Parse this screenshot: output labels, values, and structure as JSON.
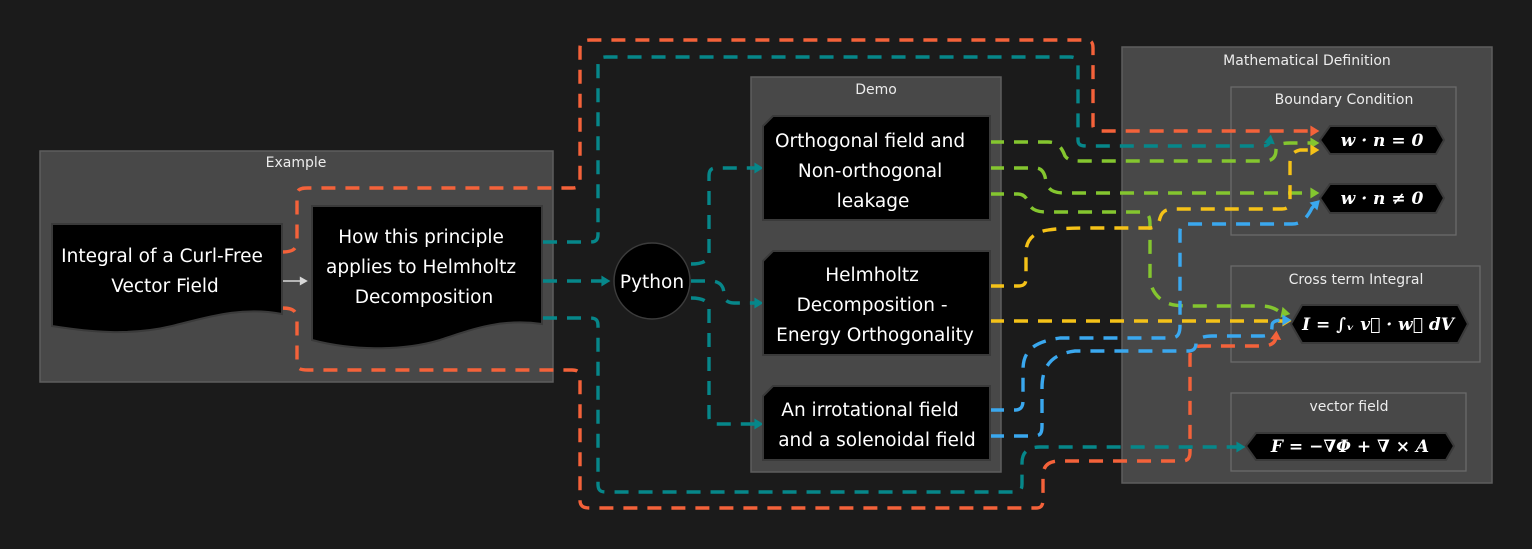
{
  "diagram": {
    "background": "#1b1b1b",
    "colors": {
      "group_fill": "#484848",
      "group_stroke": "#5e5e5e",
      "subgroup_stroke": "#6a6a6a",
      "node_fill": "#000000",
      "node_stroke": "#3a3a3a",
      "edge_orange": "#f4623a",
      "edge_teal": "#06878a",
      "edge_green": "#84c62f",
      "edge_yellow": "#f5c218",
      "edge_blue": "#3aa8ef",
      "edge_white": "#d8d8d8"
    },
    "groups": {
      "example": {
        "label": "Example"
      },
      "demo": {
        "label": "Demo"
      },
      "math": {
        "label": "Mathematical Definition"
      },
      "boundary": {
        "label": "Boundary Condition"
      },
      "cross": {
        "label": "Cross term Integral"
      },
      "vector": {
        "label": "vector field"
      }
    },
    "nodes": {
      "curl_free": {
        "lines": [
          "Integral of a Curl-Free",
          "Vector Field"
        ],
        "shape": "document"
      },
      "helmholtz_principle": {
        "lines": [
          "How this principle",
          "applies to Helmholtz",
          "Decomposition"
        ],
        "shape": "document"
      },
      "python": {
        "lines": [
          "Python"
        ],
        "shape": "circle"
      },
      "orthogonal": {
        "lines": [
          "Orthogonal field and",
          "Non-orthogonal",
          "leakage"
        ],
        "shape": "card"
      },
      "energy": {
        "lines": [
          "Helmholtz",
          "Decomposition -",
          "Energy Orthogonality"
        ],
        "shape": "card"
      },
      "irrotational": {
        "lines": [
          "An irrotational field",
          "and a solenoidal field"
        ],
        "shape": "card"
      },
      "wn_zero": {
        "text": "w · n = 0",
        "shape": "hexagon"
      },
      "wn_nonzero": {
        "text": "w · n ≠ 0",
        "shape": "hexagon"
      },
      "cross_integral": {
        "text": "I = ∫ᵥ v⃗ · w⃗ dV",
        "shape": "hexagon"
      },
      "vector_field": {
        "text": "F = −∇Φ + ∇ × A",
        "shape": "hexagon"
      }
    },
    "edges": [
      {
        "from": "curl_free",
        "to": "helmholtz_principle",
        "color": "edge_white",
        "style": "solid"
      },
      {
        "from": "curl_free",
        "to": "wn_zero",
        "color": "edge_orange",
        "style": "dashed"
      },
      {
        "from": "curl_free",
        "to": "cross_integral",
        "color": "edge_orange",
        "style": "dashed"
      },
      {
        "from": "helmholtz_principle",
        "to": "python",
        "color": "edge_teal",
        "style": "dashed"
      },
      {
        "from": "helmholtz_principle",
        "to": "wn_zero",
        "color": "edge_teal",
        "style": "dashed"
      },
      {
        "from": "helmholtz_principle",
        "to": "vector_field",
        "color": "edge_teal",
        "style": "dashed"
      },
      {
        "from": "python",
        "to": "orthogonal",
        "color": "edge_teal",
        "style": "dashed"
      },
      {
        "from": "python",
        "to": "energy",
        "color": "edge_teal",
        "style": "dashed"
      },
      {
        "from": "python",
        "to": "irrotational",
        "color": "edge_teal",
        "style": "dashed"
      },
      {
        "from": "orthogonal",
        "to": "wn_zero",
        "color": "edge_green",
        "style": "dashed"
      },
      {
        "from": "orthogonal",
        "to": "wn_nonzero",
        "color": "edge_green",
        "style": "dashed"
      },
      {
        "from": "orthogonal",
        "to": "cross_integral",
        "color": "edge_green",
        "style": "dashed"
      },
      {
        "from": "energy",
        "to": "wn_zero",
        "color": "edge_yellow",
        "style": "dashed"
      },
      {
        "from": "energy",
        "to": "cross_integral",
        "color": "edge_yellow",
        "style": "dashed"
      },
      {
        "from": "irrotational",
        "to": "wn_nonzero",
        "color": "edge_blue",
        "style": "dashed"
      },
      {
        "from": "irrotational",
        "to": "cross_integral",
        "color": "edge_blue",
        "style": "dashed"
      }
    ]
  }
}
